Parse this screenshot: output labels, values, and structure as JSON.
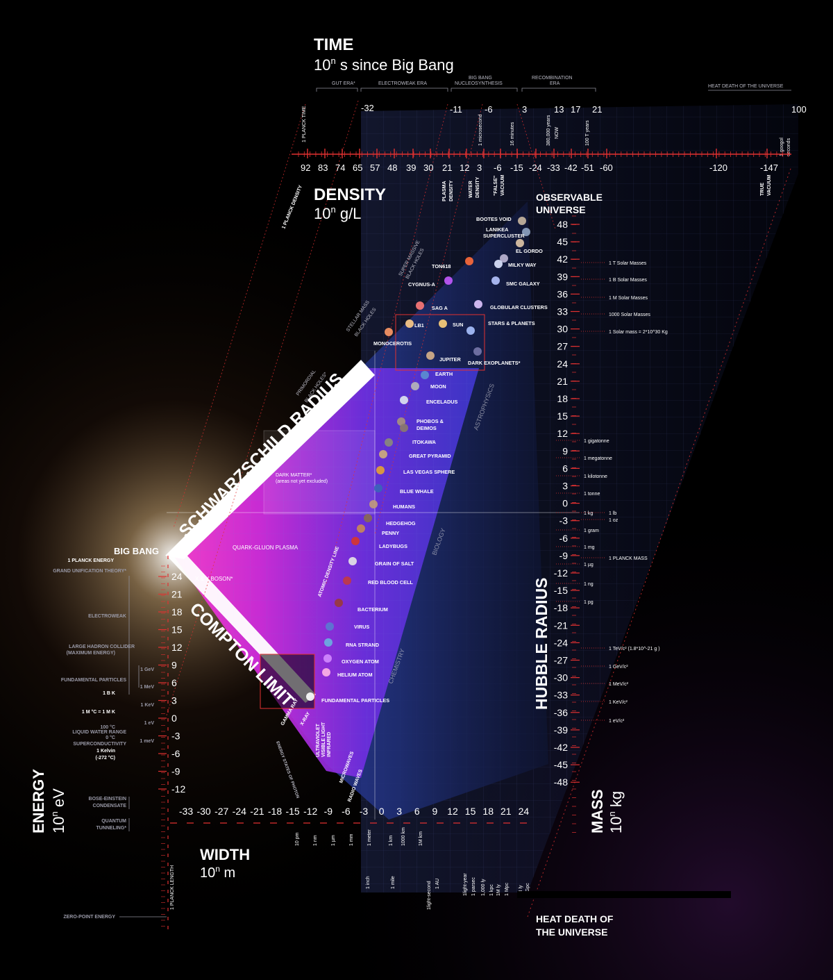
{
  "time": {
    "title": "TIME",
    "subtitle_base": "10",
    "subtitle_exp": "n",
    "subtitle_rest": " s since Big Bang",
    "eras": [
      "GUT ERA*",
      "ELECTROWEAK ERA",
      "BIG BANG",
      "NUCLEOSYNTHESIS",
      "RECOMBINATION",
      "ERA"
    ],
    "heat_death_label": "HEAT DEATH OF THE UNIVERSE",
    "ticks": [
      "-32",
      "-11",
      "-6",
      "3",
      "13",
      "17",
      "21",
      "100"
    ],
    "markers": [
      "1 PLANCK TIME",
      "1 microsecond",
      "16 minutes",
      "380,000 years",
      "NOW",
      "100 T years",
      "1 googol",
      "seconds"
    ]
  },
  "density": {
    "title": "DENSITY",
    "subtitle_base": "10",
    "subtitle_exp": "n",
    "subtitle_rest": " g/L",
    "ticks": [
      "92",
      "83",
      "74",
      "65",
      "57",
      "48",
      "39",
      "30",
      "21",
      "12",
      "3",
      "-6",
      "-15",
      "-24",
      "-33",
      "-42",
      "-51",
      "-60",
      "-120",
      "-147"
    ],
    "markers": [
      "1 PLANCK DENSITY",
      "PLASMA",
      "DENSITY",
      "WATER",
      "DENSITY",
      "\"FALSE\"",
      "VACUUM",
      "TRUE",
      "VACUUM"
    ]
  },
  "mass": {
    "title": "MASS",
    "subtitle_base": "10",
    "subtitle_exp": "n",
    "subtitle_rest": " kg",
    "ticks": [
      "48",
      "45",
      "42",
      "39",
      "36",
      "33",
      "30",
      "27",
      "24",
      "21",
      "18",
      "15",
      "12",
      "9",
      "6",
      "3",
      "0",
      "-3",
      "-6",
      "-9",
      "-12",
      "-15",
      "-18",
      "-21",
      "-24",
      "-27",
      "-30",
      "-33",
      "-36",
      "-39",
      "-42",
      "-45",
      "-48"
    ],
    "labels": [
      "1 T Solar Masses",
      "1 B Solar Masses",
      "1 M Solar Masses",
      "1000 Solar Masses",
      "1 Solar mass = 2*10^30 Kg",
      "1 gigatonne",
      "1 megatonne",
      "1 kilotonne",
      "1 tonne",
      "1 kg",
      "1 lb",
      "1 oz",
      "1 gram",
      "1 mg",
      "1 PLANCK MASS",
      "1 µg",
      "1 ng",
      "1 pg",
      "1 TeV/c² (1.8*10^-21 g )",
      "1 GeV/c²",
      "1 MeV/c²",
      "1 KeV/c²",
      "1 eV/c²"
    ]
  },
  "energy": {
    "title": "ENERGY",
    "subtitle_base": "10",
    "subtitle_exp": "n",
    "subtitle_rest": " eV",
    "ticks": [
      "24",
      "21",
      "18",
      "15",
      "12",
      "9",
      "6",
      "3",
      "0",
      "-3",
      "-6",
      "-9",
      "-12"
    ],
    "labels": [
      "1 PLANCK ENERGY",
      "GRAND UNIFICATION THEORY*",
      "ELECTROWEAK",
      "LARGE HADRON COLLIDER",
      "(MAXIMUM ENERGY)",
      "1 GeV",
      "FUNDAMENTAL PARTICLES",
      "1 MeV",
      "1 B K",
      "1 KeV",
      "1 M °C = 1 M K",
      "1 eV",
      "100 °C",
      "LIQUID WATER RANGE",
      "0 °C",
      "1 meV",
      "SUPERCONDUCTIVITY",
      "1 Kelvin",
      "(-272 °C)",
      "BOSE-EINSTEIN",
      "CONDENSATE",
      "QUANTUM",
      "TUNNELING*",
      "ZERO-POINT ENERGY"
    ]
  },
  "width": {
    "title": "WIDTH",
    "subtitle_base": "10",
    "subtitle_exp": "n",
    "subtitle_rest": " m",
    "ticks": [
      "-33",
      "-30",
      "-27",
      "-24",
      "-21",
      "-18",
      "-15",
      "-12",
      "-9",
      "-6",
      "-3",
      "0",
      "3",
      "6",
      "9",
      "12",
      "15",
      "18",
      "21",
      "24"
    ],
    "upper_markers": [
      "10 pm",
      "1 nm",
      "1 µm",
      "1 mm",
      "1 meter",
      "1 km",
      "1000 km",
      "1M km"
    ],
    "lower_markers": [
      "1 PLANCK LENGTH",
      "1 inch",
      "1 mile",
      "1light-second",
      "1 AU",
      "1light-year",
      "1 parsec",
      "1,000 ly",
      "1 kpc",
      "1M ly",
      "1 Mpc",
      "1B ly",
      "1 Gpc"
    ]
  },
  "regions": {
    "schwarzschild": "SCHWARZSCHILD RADIUS",
    "compton": "COMPTON LIMIT",
    "hubble": "HUBBLE RADIUS",
    "big_bang": "BIG BANG",
    "heat_death": [
      "HEAT DEATH OF",
      "THE UNIVERSE"
    ],
    "observable": [
      "OBSERVABLE",
      "UNIVERSE"
    ],
    "quark_gluon": "QUARK-GLUON PLASMA",
    "dark_matter": [
      "DARK MATTER*",
      "(areas not yet excluded)"
    ],
    "xy_boson": "X & Y BOSON*",
    "atomic_density_line": "ATOMIC DENSITY LINE",
    "disciplines": [
      "ASTROPHYSICS",
      "BIOLOGY",
      "CHEMISTRY"
    ],
    "bh_classes": [
      "SUPER MASSIVE",
      "BLACK HOLES",
      "STELLAR MASS",
      "BLACK HOLES",
      "PRIMORDIAL",
      "BLACK HOLES*"
    ],
    "photon": [
      "GAMMA RAY",
      "X-RAY",
      "ULTRAVIOLET",
      "VISIBLE LIGHT",
      "INFRARED",
      "MICROWAVES",
      "RADIO WAVES",
      "ENERGY STATES OF PHOTON"
    ]
  },
  "objects": [
    "BOOTES VOID",
    "LANIKEA",
    "SUPERCLUSTER",
    "EL GORDO",
    "TON618",
    "MILKY WAY",
    "CYGNUS-A",
    "SMC GALAXY",
    "SAG A",
    "GLOBULAR CLUSTERS",
    "LB1",
    "SUN",
    "STARS & PLANETS",
    "MONOCEROTIS",
    "JUPITER",
    "DARK EXOPLANETS*",
    "EARTH",
    "MOON",
    "ENCELADUS",
    "PHOBOS &",
    "DEIMOS",
    "ITOKAWA",
    "GREAT PYRAMID",
    "LAS VEGAS SPHERE",
    "BLUE WHALE",
    "HUMANS",
    "HEDGEHOG",
    "PENNY",
    "LADYBUGS",
    "GRAIN OF SALT",
    "RED BLOOD CELL",
    "BACTERIUM",
    "VIRUS",
    "RNA STRAND",
    "OXYGEN ATOM",
    "HELIUM ATOM",
    "FUNDAMENTAL PARTICLES"
  ],
  "colors": {
    "axis_red": "#e23131",
    "schwarzschild": "#ff2ad4",
    "universe_blue": "#2d3dd9",
    "grid": "#5a6acd"
  }
}
